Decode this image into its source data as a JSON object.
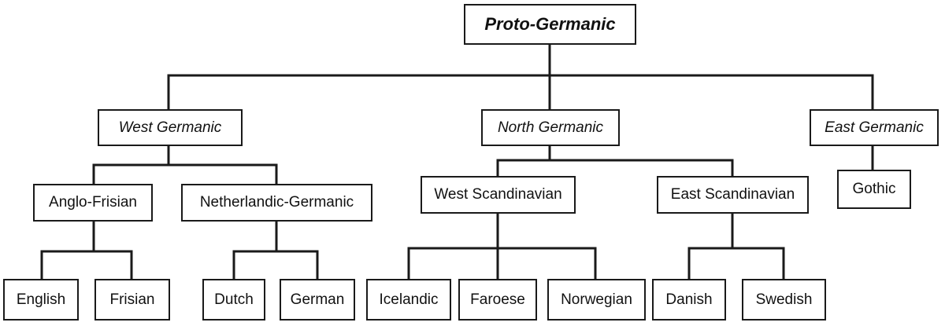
{
  "tree": {
    "root": "Proto-Germanic",
    "branches": {
      "west": "West Germanic",
      "north": "North Germanic",
      "east": "East Germanic"
    },
    "subgroups": {
      "anglo_frisian": "Anglo-Frisian",
      "netherlandic_germanic": "Netherlandic-Germanic",
      "west_scandinavian": "West Scandinavian",
      "east_scandinavian": "East Scandinavian"
    },
    "languages": {
      "english": "English",
      "frisian": "Frisian",
      "dutch": "Dutch",
      "german": "German",
      "icelandic": "Icelandic",
      "faroese": "Faroese",
      "norwegian": "Norwegian",
      "danish": "Danish",
      "swedish": "Swedish",
      "gothic": "Gothic"
    }
  },
  "colors": {
    "line": "#1a1a1a",
    "box_border": "#1a1a1a",
    "text": "#111111",
    "background": "#ffffff"
  }
}
